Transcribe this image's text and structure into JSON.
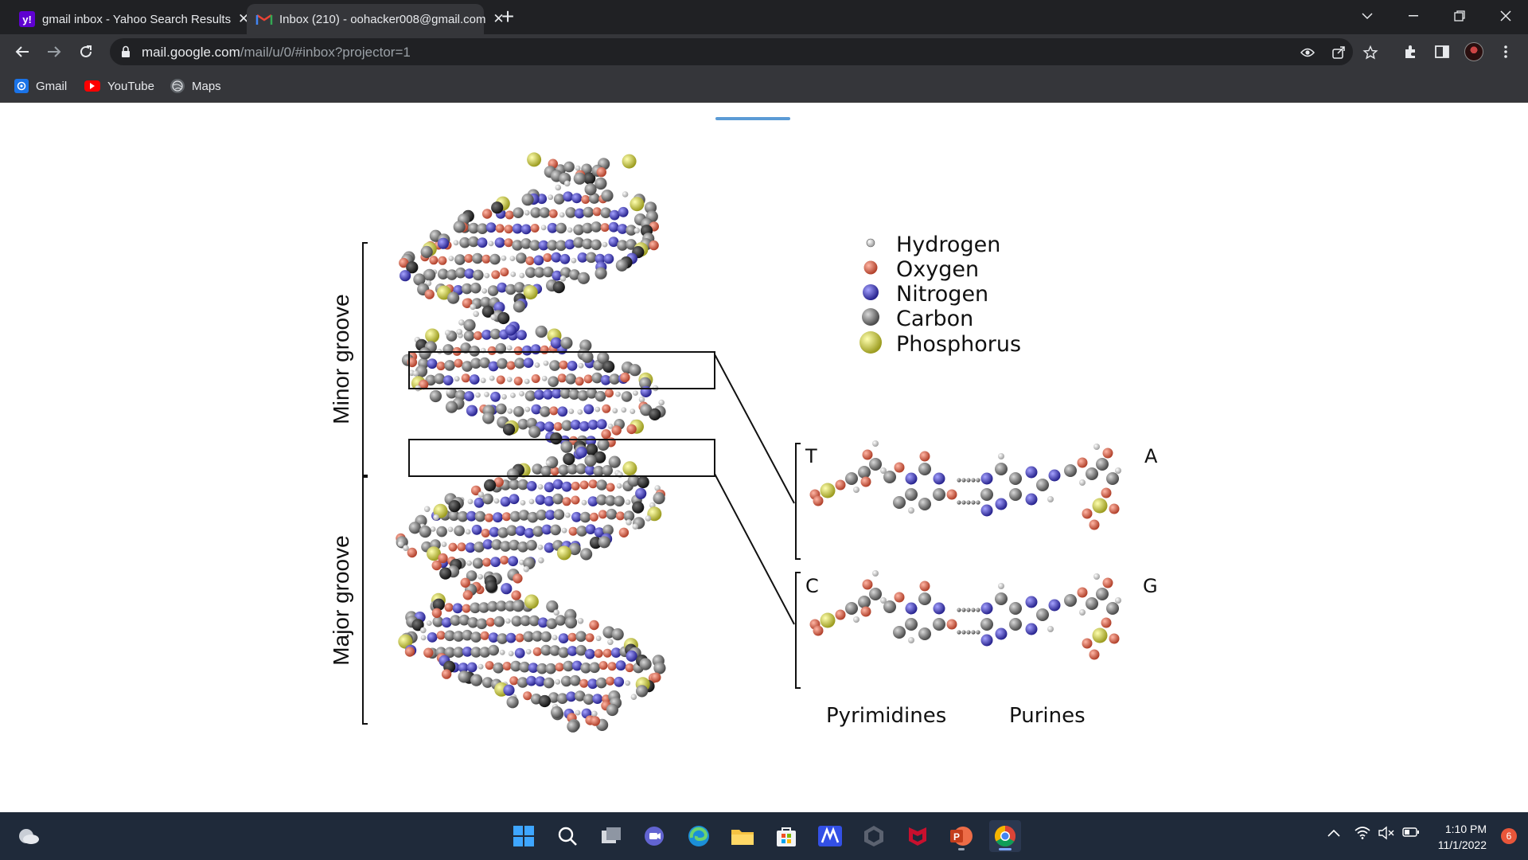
{
  "browser": {
    "tabs": [
      {
        "title": "gmail inbox - Yahoo Search Results",
        "favicon": "yahoo-icon",
        "active": false
      },
      {
        "title": "Inbox (210) - oohacker008@gmail.com",
        "favicon": "gmail-icon",
        "active": true
      }
    ],
    "new_tab": "+",
    "url_host": "mail.google.com",
    "url_path": "/mail/u/0/#inbox?projector=1",
    "bookmarks": [
      {
        "label": "Gmail",
        "icon": "gmail-bookmark-icon"
      },
      {
        "label": "YouTube",
        "icon": "youtube-icon"
      },
      {
        "label": "Maps",
        "icon": "maps-icon"
      }
    ]
  },
  "figure": {
    "legend": [
      {
        "label": "Hydrogen",
        "color": "#ffffff"
      },
      {
        "label": "Oxygen",
        "color": "#e26a52"
      },
      {
        "label": "Nitrogen",
        "color": "#4a45c8"
      },
      {
        "label": "Carbon",
        "color": "#7f7f7f"
      },
      {
        "label": "Phosphorus",
        "color": "#d8d84a"
      }
    ],
    "minor_groove": "Minor groove",
    "major_groove": "Major groove",
    "base_labels": {
      "t": "T",
      "a": "A",
      "c": "C",
      "g": "G"
    },
    "pyrimidines": "Pyrimidines",
    "purines": "Purines"
  },
  "taskbar": {
    "time": "1:10 PM",
    "date": "11/1/2022",
    "notifications": "6",
    "apps": [
      "windows-start-icon",
      "search-icon",
      "task-view-icon",
      "teams-chat-icon",
      "edge-icon",
      "file-explorer-icon",
      "store-icon",
      "app-m-icon",
      "app-dark-icon",
      "mcafee-icon",
      "powerpoint-icon",
      "chrome-icon"
    ]
  }
}
